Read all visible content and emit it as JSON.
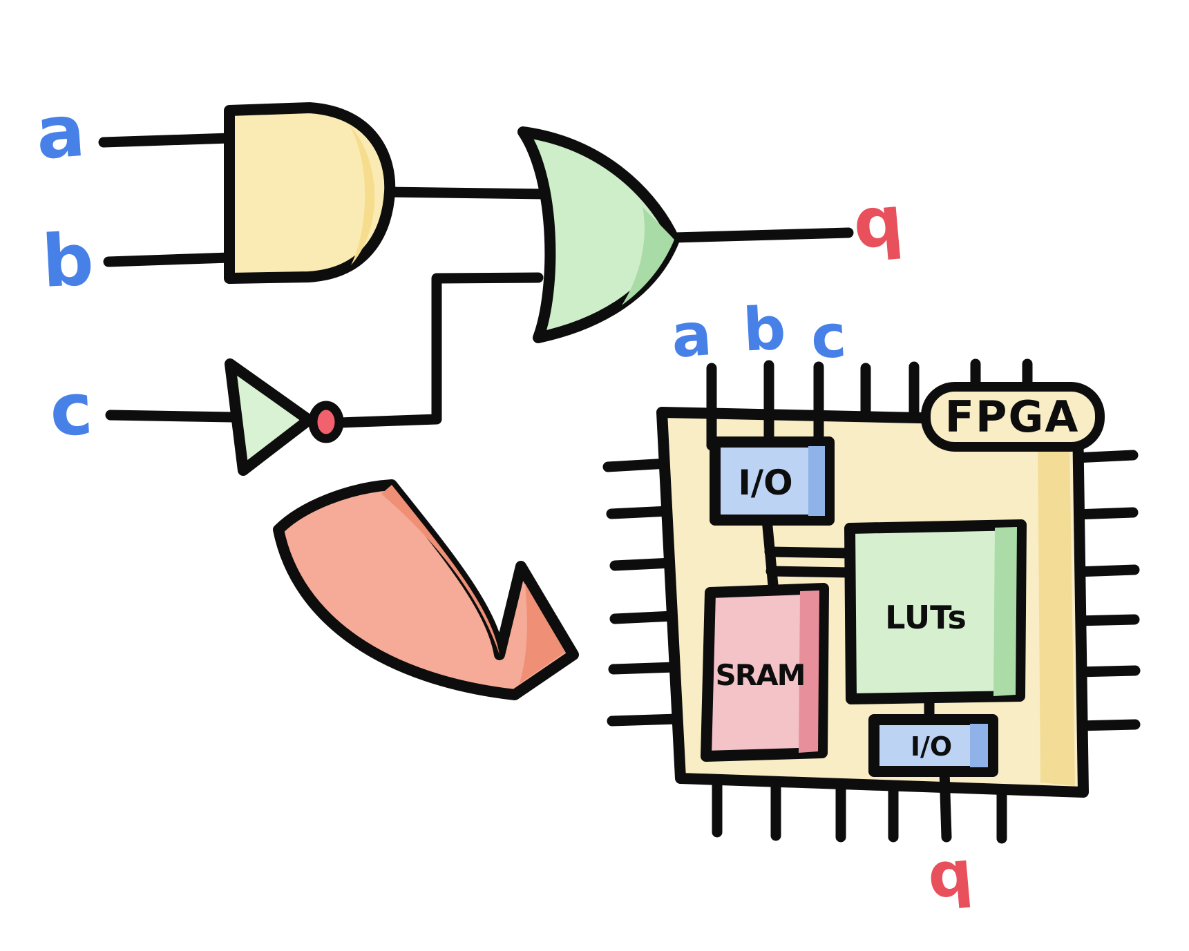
{
  "diagram": {
    "circuit": {
      "input_a": "a",
      "input_b": "b",
      "input_c": "c",
      "output_q": "q"
    },
    "fpga": {
      "title": "FPGA",
      "pin_a": "a",
      "pin_b": "b",
      "pin_c": "c",
      "pin_q": "q",
      "blocks": {
        "io_top": "I/O",
        "luts": "LUTs",
        "sram": "SRAM",
        "io_bottom": "I/O"
      }
    },
    "colors": {
      "label_blue": "#4781e8",
      "label_red": "#e8505b",
      "gate_yellow": "#faeab3",
      "gate_green": "#cdeec8",
      "not_green": "#d8f2d3",
      "bubble_red": "#f2616e",
      "arrow_salmon": "#f5ab97",
      "chip_yellow": "#f9edc6",
      "io_blue": "#bcd3f4",
      "sram_pink": "#f4c3c8",
      "luts_green": "#d5efcf",
      "stroke_black": "#0d0d0d"
    }
  }
}
